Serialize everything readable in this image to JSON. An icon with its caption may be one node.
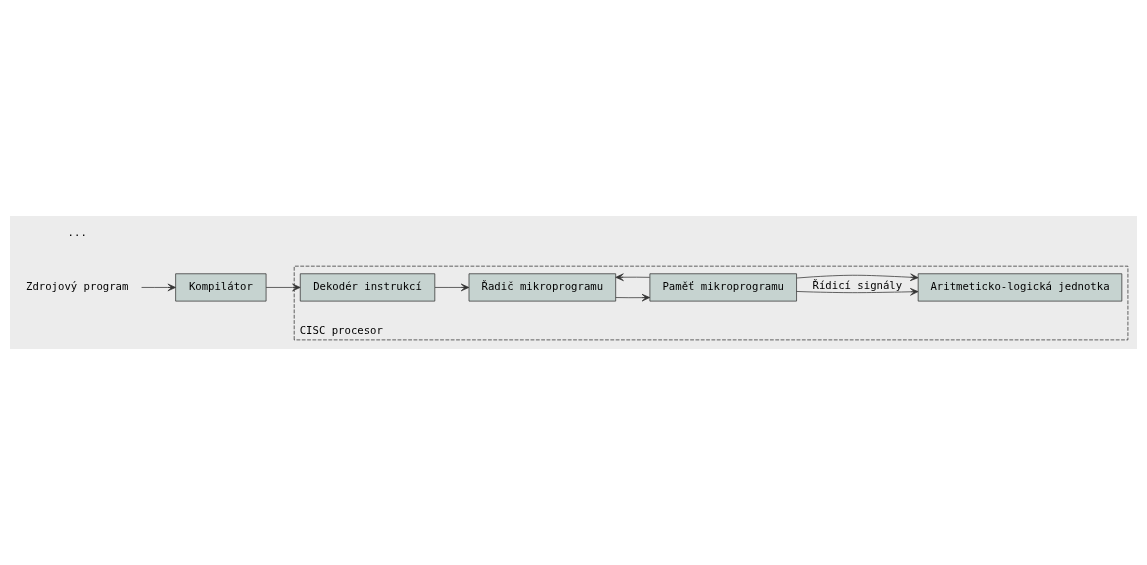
{
  "diagram": {
    "nodes": [
      {
        "text": [
          "Kompilátor"
        ]
      },
      {
        "text": [
          "Zdrojový program"
        ]
      },
      {
        "text": [
          "CISC procesor"
        ]
      },
      {
        "text": [
          "Dekodér instrukcí"
        ],
        "in": 2
      },
      {
        "text": [
          "Řadič mikroprogramu"
        ],
        "in": 2
      },
      {
        "text": [
          "Paměť mikroprogramu"
        ],
        "in": 2
      },
      {
        "text": [
          "Aritmeticko-logická jednotka"
        ],
        "in": 2
      }
    ],
    "edges": [
      {
        "from": 1,
        "to": 0,
        "arrow": "to"
      },
      {
        "from": 0,
        "to": 3,
        "arrow": "to"
      },
      {
        "from": 3,
        "to": 4,
        "arrow": "to"
      },
      {
        "from": 4,
        "to": 5,
        "arrow": "to"
      },
      {
        "from": 5,
        "to": 4,
        "arrow": "to"
      },
      {
        "from": 5,
        "to": 6,
        "arrow": "to",
        "label": "Řídicí signály"
      },
      {
        "from": 5,
        "to": 6,
        "arrow": "to"
      }
    ],
    "labels": [
      "..."
    ]
  }
}
